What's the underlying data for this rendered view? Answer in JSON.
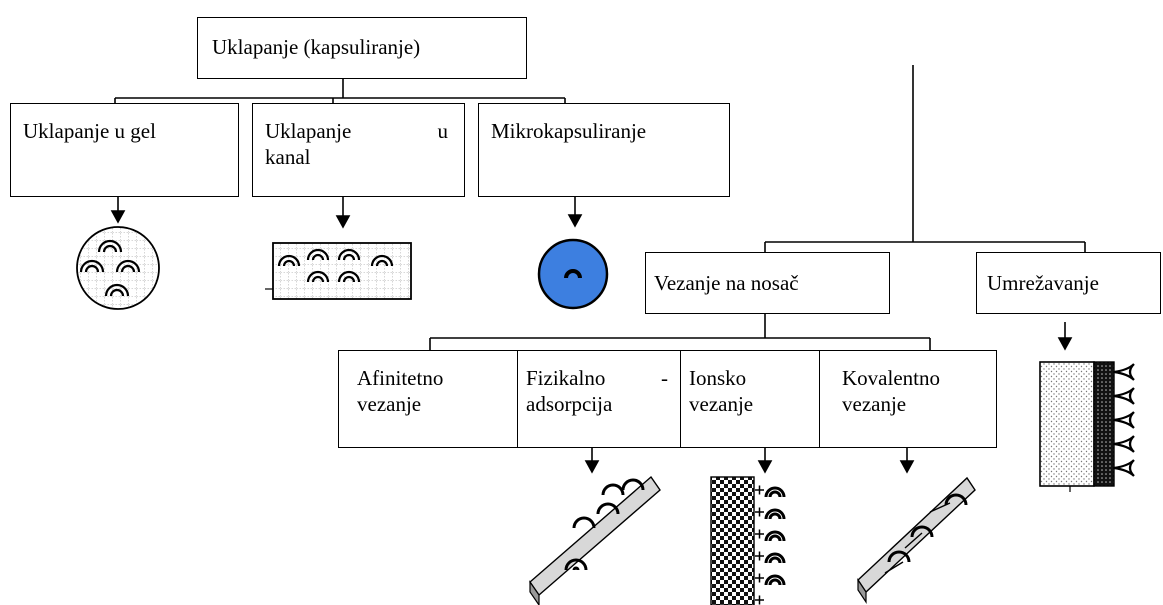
{
  "diagram": {
    "root": {
      "label": "Uklapanje (kapsuliranje)"
    },
    "gel": {
      "label": "Uklapanje u gel"
    },
    "kanal": {
      "line1_left": "Uklapanje",
      "line1_right": "u",
      "line2": "kanal"
    },
    "mikro": {
      "label": "Mikrokapsuliranje"
    },
    "nosac": {
      "label": "Vezanje na nosač"
    },
    "umrez": {
      "label": "Umrežavanje"
    },
    "afin": {
      "line1": "Afinitetno",
      "line2": "vezanje"
    },
    "fiz": {
      "line1_left": "Fizikalno",
      "line1_right": "-",
      "line2": "adsorpcija"
    },
    "ion": {
      "line1": "Ionsko",
      "line2": "vezanje"
    },
    "kov": {
      "line1": "Kovalentno",
      "line2": "vezanje"
    }
  },
  "colors": {
    "line": "#000000",
    "microcapsule_fill": "#3d7fe0",
    "support_plate": "#d8d8d8",
    "enzyme": "#000000"
  },
  "icons": [
    "gel-bead-icon",
    "channel-matrix-icon",
    "microcapsule-icon",
    "physical-adsorption-icon",
    "ionic-binding-icon",
    "covalent-binding-icon",
    "crosslinking-icon"
  ]
}
